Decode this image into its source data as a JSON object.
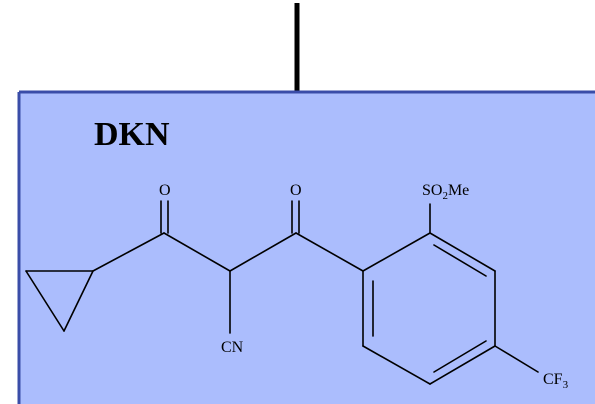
{
  "panel": {
    "title": "DKN",
    "fill_color": "#abbdfd",
    "border_color": "#3a4da8"
  },
  "molecule": {
    "labels": {
      "ketone_oxygen_left": "O",
      "ketone_oxygen_right": "O",
      "cyano": "CN",
      "sulfonyl_base": "SO",
      "sulfonyl_sub": "2",
      "sulfonyl_tail": "Me",
      "trifluoromethyl_base": "CF",
      "trifluoromethyl_sub": "3"
    }
  }
}
